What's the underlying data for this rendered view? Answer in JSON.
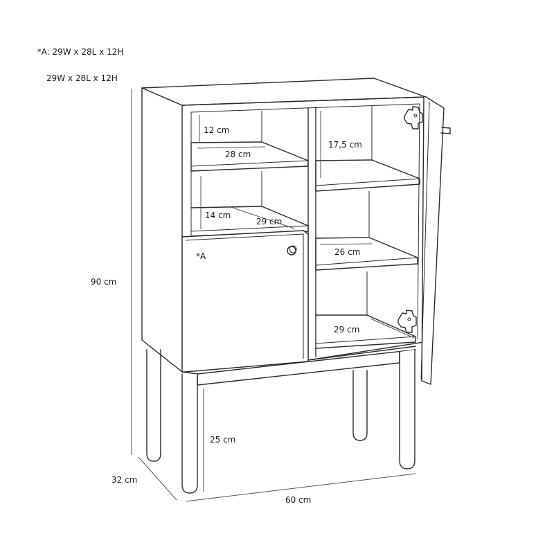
{
  "note": {
    "line1": "*A: 29W x 28L x 12H",
    "line2": "29W x 28L x 12H"
  },
  "dimensions": {
    "height_total": "90 cm",
    "depth": "32 cm",
    "width": "60 cm",
    "leg_height": "25 cm",
    "left_top_height": "12 cm",
    "left_top_depth": "28 cm",
    "left_mid_height": "14 cm",
    "left_mid_depth": "29 cm",
    "right_top_height": "17,5 cm",
    "right_mid_depth": "26 cm",
    "right_bottom_depth": "29 cm",
    "drawer_label": "*A"
  }
}
